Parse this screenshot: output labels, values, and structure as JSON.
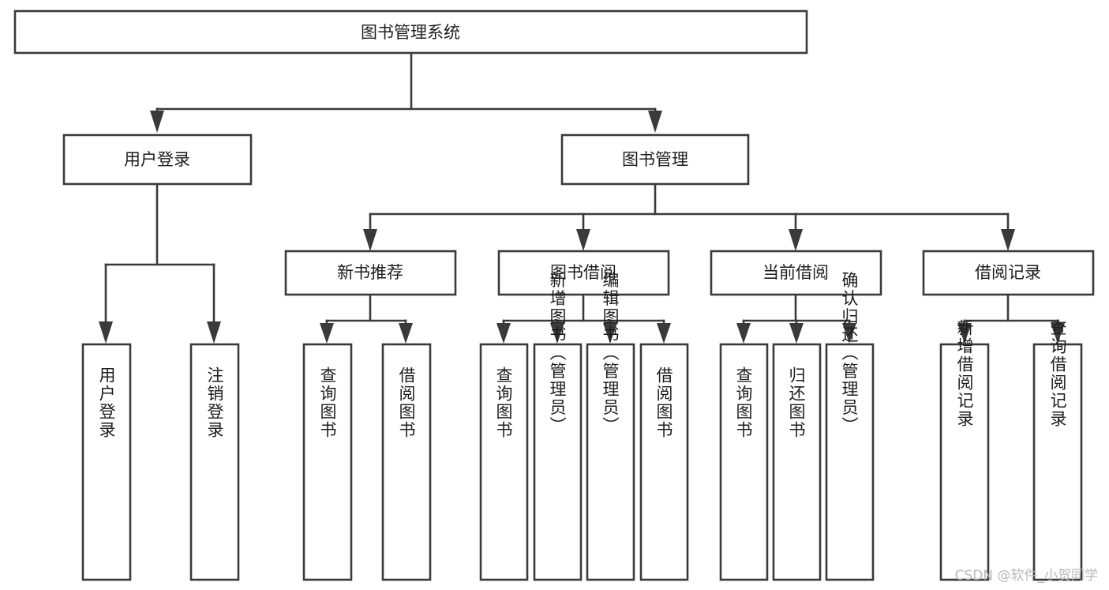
{
  "diagram": {
    "type": "tree-hierarchy",
    "title": "图书管理系统",
    "watermark": "CSDN @软件_小贺同学",
    "colors": {
      "box_stroke": "#3a3a3a",
      "box_fill": "#ffffff",
      "text": "#1d1d1d",
      "connector": "#3a3a3a",
      "background": "#ffffff",
      "watermark": "#b9b9b9"
    },
    "levels": {
      "root": {
        "label": "图书管理系统",
        "orientation": "horizontal"
      },
      "level2": [
        {
          "label": "用户登录",
          "orientation": "horizontal"
        },
        {
          "label": "图书管理",
          "orientation": "horizontal"
        }
      ],
      "level3": [
        {
          "label": "新书推荐",
          "orientation": "horizontal",
          "parent": "图书管理"
        },
        {
          "label": "图书借阅",
          "orientation": "horizontal",
          "parent": "图书管理"
        },
        {
          "label": "当前借阅",
          "orientation": "horizontal",
          "parent": "图书管理"
        },
        {
          "label": "借阅记录",
          "orientation": "horizontal",
          "parent": "图书管理"
        }
      ],
      "leaves": [
        {
          "label": "用户登录",
          "orientation": "vertical",
          "parent": "用户登录"
        },
        {
          "label": "注销登录",
          "orientation": "vertical",
          "parent": "用户登录"
        },
        {
          "label": "查询图书",
          "orientation": "vertical",
          "parent": "新书推荐"
        },
        {
          "label": "借阅图书",
          "orientation": "vertical",
          "parent": "新书推荐"
        },
        {
          "label": "查询图书",
          "orientation": "vertical",
          "parent": "图书借阅"
        },
        {
          "label": "新增图书（管理员）",
          "orientation": "vertical",
          "parent": "图书借阅"
        },
        {
          "label": "编辑图书（管理员）",
          "orientation": "vertical",
          "parent": "图书借阅"
        },
        {
          "label": "借阅图书",
          "orientation": "vertical",
          "parent": "图书借阅"
        },
        {
          "label": "查询图书",
          "orientation": "vertical",
          "parent": "当前借阅"
        },
        {
          "label": "归还图书",
          "orientation": "vertical",
          "parent": "当前借阅"
        },
        {
          "label": "确认归还（管理员）",
          "orientation": "vertical",
          "parent": "当前借阅"
        },
        {
          "label": "新增借阅记录",
          "orientation": "vertical",
          "parent": "借阅记录"
        },
        {
          "label": "查询借阅记录",
          "orientation": "vertical",
          "parent": "借阅记录"
        }
      ]
    }
  }
}
